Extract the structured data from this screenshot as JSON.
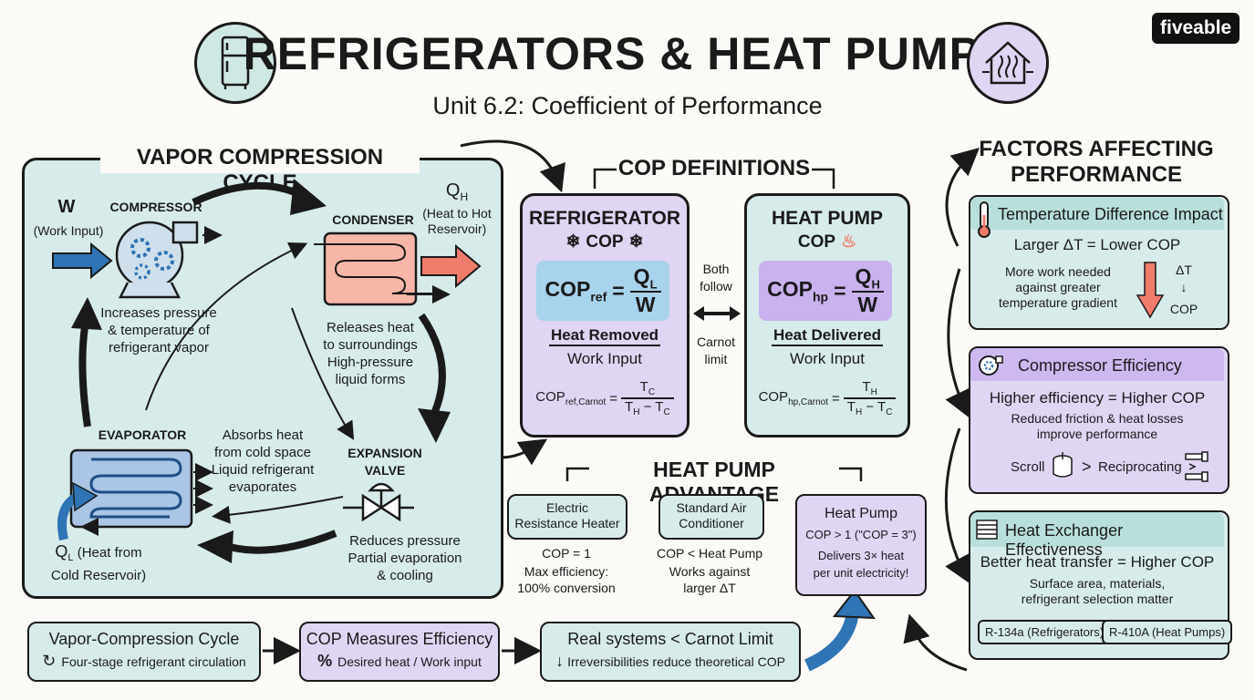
{
  "header": {
    "title": "REFRIGERATORS & HEAT PUMPS",
    "subtitle": "Unit 6.2: Coefficient of Performance",
    "logo": "fiveable",
    "left_icon": "fridge-icon",
    "right_icon": "house-heat-icon"
  },
  "vapor_cycle": {
    "heading": "VAPOR COMPRESSION CYCLE",
    "w_label": "W",
    "w_sub": "(Work Input)",
    "compressor": "COMPRESSOR",
    "compressor_desc": [
      "Increases pressure",
      "& temperature of",
      "refrigerant vapor"
    ],
    "condenser": "CONDENSER",
    "qh_symbol": "Q",
    "qh_sub": "H",
    "qh_desc": [
      "(Heat to Hot",
      "Reservoir)"
    ],
    "condenser_desc": [
      "Releases heat",
      "to surroundings",
      "High-pressure",
      "liquid forms"
    ],
    "evaporator": "EVAPORATOR",
    "evaporator_desc": [
      "Absorbs heat",
      "from cold space",
      "Liquid refrigerant",
      "evaporates"
    ],
    "expansion": [
      "EXPANSION",
      "VALVE"
    ],
    "expansion_desc": [
      "Reduces pressure",
      "Partial evaporation",
      "& cooling"
    ],
    "ql_symbol": "Q",
    "ql_sub": "L",
    "ql_desc": [
      "(Heat from",
      "Cold Reservoir)"
    ]
  },
  "cop_definitions": {
    "heading": "COP DEFINITIONS",
    "refrigerator": {
      "title": "REFRIGERATOR",
      "subtitle": "COP",
      "formula_lhs": "COP",
      "formula_lhs_sub": "ref",
      "num": "Q",
      "num_sub": "L",
      "den": "W",
      "words_num": "Heat Removed",
      "words_den": "Work Input",
      "carnot_lhs": "COP",
      "carnot_sub": "ref,Carnot",
      "carnot_num": "T",
      "carnot_num_sub": "C",
      "carnot_den": "T",
      "carnot_den_sub1": "H",
      "carnot_den_mid": " − T",
      "carnot_den_sub2": "C"
    },
    "heat_pump": {
      "title": "HEAT PUMP",
      "subtitle": "COP",
      "formula_lhs": "COP",
      "formula_lhs_sub": "hp",
      "num": "Q",
      "num_sub": "H",
      "den": "W",
      "words_num": "Heat Delivered",
      "words_den": "Work Input",
      "carnot_lhs": "COP",
      "carnot_sub": "hp,Carnot",
      "carnot_num": "T",
      "carnot_num_sub": "H",
      "carnot_den": "T",
      "carnot_den_sub1": "H",
      "carnot_den_mid": " − T",
      "carnot_den_sub2": "C"
    },
    "both_follow": [
      "Both",
      "follow"
    ],
    "carnot_limit": [
      "Carnot",
      "limit"
    ]
  },
  "advantage": {
    "heading": "HEAT PUMP ADVANTAGE",
    "items": [
      {
        "name": [
          "Electric",
          "Resistance Heater"
        ],
        "cop": "COP = 1",
        "desc": [
          "Max efficiency:",
          "100% conversion"
        ]
      },
      {
        "name": [
          "Standard Air",
          "Conditioner"
        ],
        "cop": "COP < Heat Pump",
        "desc": [
          "Works against",
          "larger ΔT"
        ]
      },
      {
        "name": [
          "Heat Pump"
        ],
        "cop": "COP > 1 (\"COP = 3\")",
        "desc": [
          "Delivers 3× heat",
          "per unit electricity!"
        ]
      }
    ]
  },
  "factors": {
    "heading": [
      "FACTORS AFFECTING",
      "PERFORMANCE"
    ],
    "temperature": {
      "title": "Temperature Difference Impact",
      "rule": "Larger ΔT = Lower COP",
      "desc": [
        "More work needed",
        "against greater",
        "temperature gradient"
      ],
      "delta": "ΔT",
      "cop": "COP"
    },
    "compressor": {
      "title": "Compressor Efficiency",
      "rule": "Higher efficiency = Higher COP",
      "desc": [
        "Reduced friction & heat losses",
        "improve performance"
      ],
      "scroll": "Scroll",
      "gt": ">",
      "reciprocating": "Reciprocating"
    },
    "exchanger": {
      "title": "Heat Exchanger Effectiveness",
      "rule": "Better heat transfer = Higher COP",
      "desc": [
        "Surface area, materials,",
        "refrigerant selection matter"
      ],
      "chip1": "R-134a (Refrigerators)",
      "chip2": "R-410A (Heat Pumps)"
    }
  },
  "summary": [
    {
      "title": "Vapor-Compression Cycle",
      "icon": "↻",
      "desc": "Four-stage refrigerant circulation"
    },
    {
      "title": "COP Measures Efficiency",
      "icon": "%",
      "desc": "Desired heat / Work input"
    },
    {
      "title": "Real systems < Carnot Limit",
      "icon": "↓",
      "desc": "Irreversibilities reduce theoretical COP"
    }
  ],
  "colors": {
    "teal": "#d7ecea",
    "purple": "#e0d5f3",
    "blue_arrow": "#2f74b5",
    "red_arrow": "#f07c6c",
    "coil_red": "#f7b7a8"
  }
}
